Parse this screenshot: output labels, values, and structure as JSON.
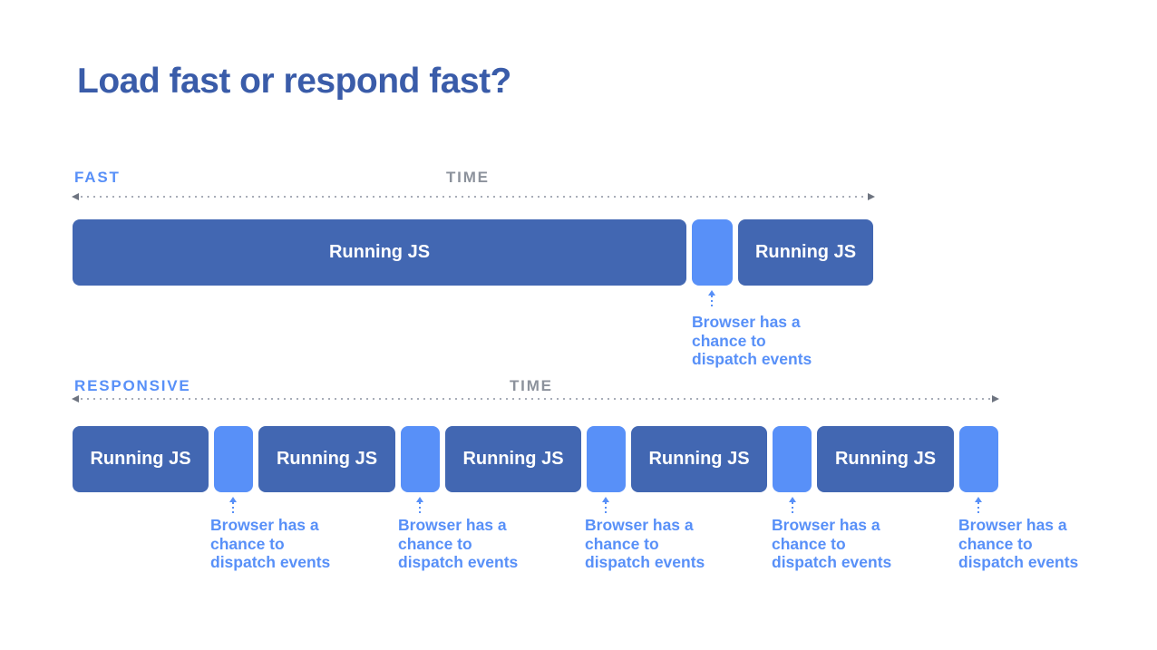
{
  "title": "Load fast or respond fast?",
  "colors": {
    "title_blue": "#3a5ca9",
    "bar_blue": "#4267b2",
    "light_blue": "#5890f8",
    "time_label_gray": "#8c929c",
    "axis_dot_gray": "#a8adb8",
    "bar_text": "#ffffff"
  },
  "timelines": [
    {
      "label": "FAST",
      "time_label": "TIME",
      "segments": [
        {
          "kind": "running-js",
          "label": "Running JS"
        },
        {
          "kind": "browser-gap"
        },
        {
          "kind": "running-js",
          "label": "Running JS"
        }
      ],
      "annotations": [
        {
          "lines": [
            "Browser has a",
            "chance to",
            "dispatch events"
          ]
        }
      ]
    },
    {
      "label": "RESPONSIVE",
      "time_label": "TIME",
      "segments": [
        {
          "kind": "running-js",
          "label": "Running JS"
        },
        {
          "kind": "browser-gap"
        },
        {
          "kind": "running-js",
          "label": "Running JS"
        },
        {
          "kind": "browser-gap"
        },
        {
          "kind": "running-js",
          "label": "Running JS"
        },
        {
          "kind": "browser-gap"
        },
        {
          "kind": "running-js",
          "label": "Running JS"
        },
        {
          "kind": "browser-gap"
        },
        {
          "kind": "running-js",
          "label": "Running JS"
        },
        {
          "kind": "browser-gap"
        }
      ],
      "annotations": [
        {
          "lines": [
            "Browser has a",
            "chance to",
            "dispatch events"
          ]
        },
        {
          "lines": [
            "Browser has a",
            "chance to",
            "dispatch events"
          ]
        },
        {
          "lines": [
            "Browser has a",
            "chance to",
            "dispatch events"
          ]
        },
        {
          "lines": [
            "Browser has a",
            "chance to",
            "dispatch events"
          ]
        },
        {
          "lines": [
            "Browser has a",
            "chance to",
            "dispatch events"
          ]
        }
      ]
    }
  ]
}
